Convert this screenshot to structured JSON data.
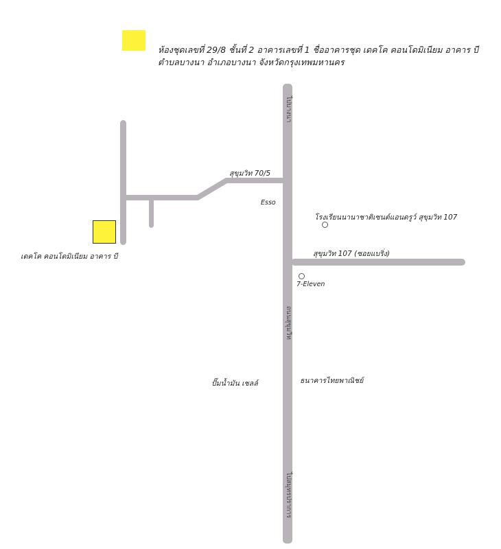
{
  "legend": {
    "line1": "ห้องชุดเลขที่ 29/8  ชั้นที่ 2   อาคารเลขที่ 1   ชื่ออาคารชุด เดคโค คอนโดมิเนียม อาคาร บี",
    "line2": "ตำบลบางนา  อำเภอบางนา  จังหวัดกรุงเทพมหานคร"
  },
  "labels": {
    "soi_70_5": "สุขุมวิท 70/5",
    "esso": "Esso",
    "school": "โรงเรียนนานาชาติเซนต์แอนดรูว์ สุขุมวิท 107",
    "soi_107": "สุขุมวิท 107  (ซอยแบริ่ง)",
    "seven_eleven": "7-Eleven",
    "building": "เดคโค คอนโดมิเนียม อาคาร บี",
    "shell": "ปั๊มน้ำมัน เชลล์",
    "bank": "ธนาคารไทยพาณิชย์",
    "to_bangna": "ไปบางนา",
    "sukhumvit": "ถนนสุขุมวิท",
    "to_samutprakan": "ไปสมุทรปราการ"
  },
  "colors": {
    "road": "#b7b3b8",
    "highlight": "#fff23b"
  }
}
